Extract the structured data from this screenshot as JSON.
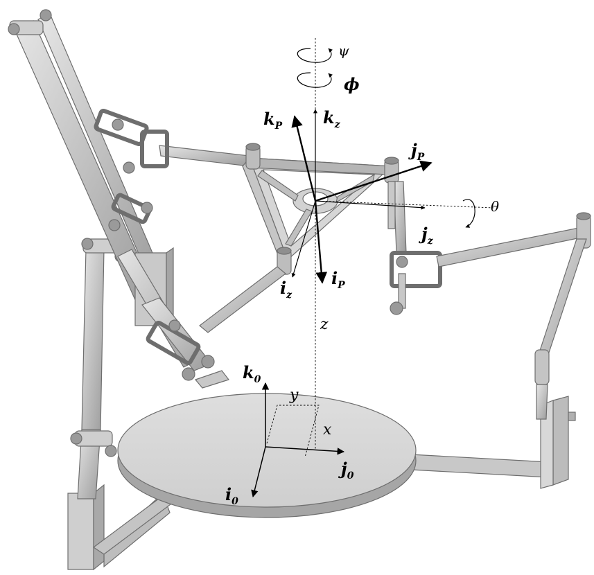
{
  "figure": {
    "description_labels": {
      "kP": "k",
      "kP_sub": "P",
      "kz": "k",
      "kz_sub": "z",
      "jP": "j",
      "jP_sub": "P",
      "jz": "j",
      "jz_sub": "z",
      "iP": "i",
      "iP_sub": "P",
      "iz": "i",
      "iz_sub": "z",
      "k0": "k",
      "k0_sub": "0",
      "j0": "j",
      "j0_sub": "0",
      "i0": "i",
      "i0_sub": "0",
      "psi": "ψ",
      "phi": "ϕ",
      "theta": "θ",
      "x": "x",
      "y": "y",
      "z": "z"
    },
    "colors": {
      "part_fill": "#d9d9d9",
      "part_shade": "#a8a8a8",
      "part_edge": "#6e6e6e",
      "arrow": "#000000"
    }
  }
}
